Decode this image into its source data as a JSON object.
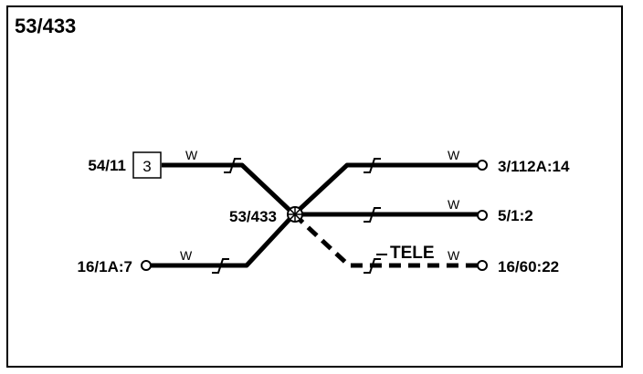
{
  "title": "53/433",
  "hub": {
    "label": "53/433"
  },
  "left": [
    {
      "label": "54/11",
      "box": "3",
      "wire": "W"
    },
    {
      "label": "16/1A:7",
      "wire": "W"
    }
  ],
  "right": [
    {
      "label": "3/112A:14",
      "wire": "W"
    },
    {
      "label": "5/1:2",
      "wire": "W"
    },
    {
      "label": "16/60:22",
      "wire": "W",
      "tag": "TELE"
    }
  ]
}
